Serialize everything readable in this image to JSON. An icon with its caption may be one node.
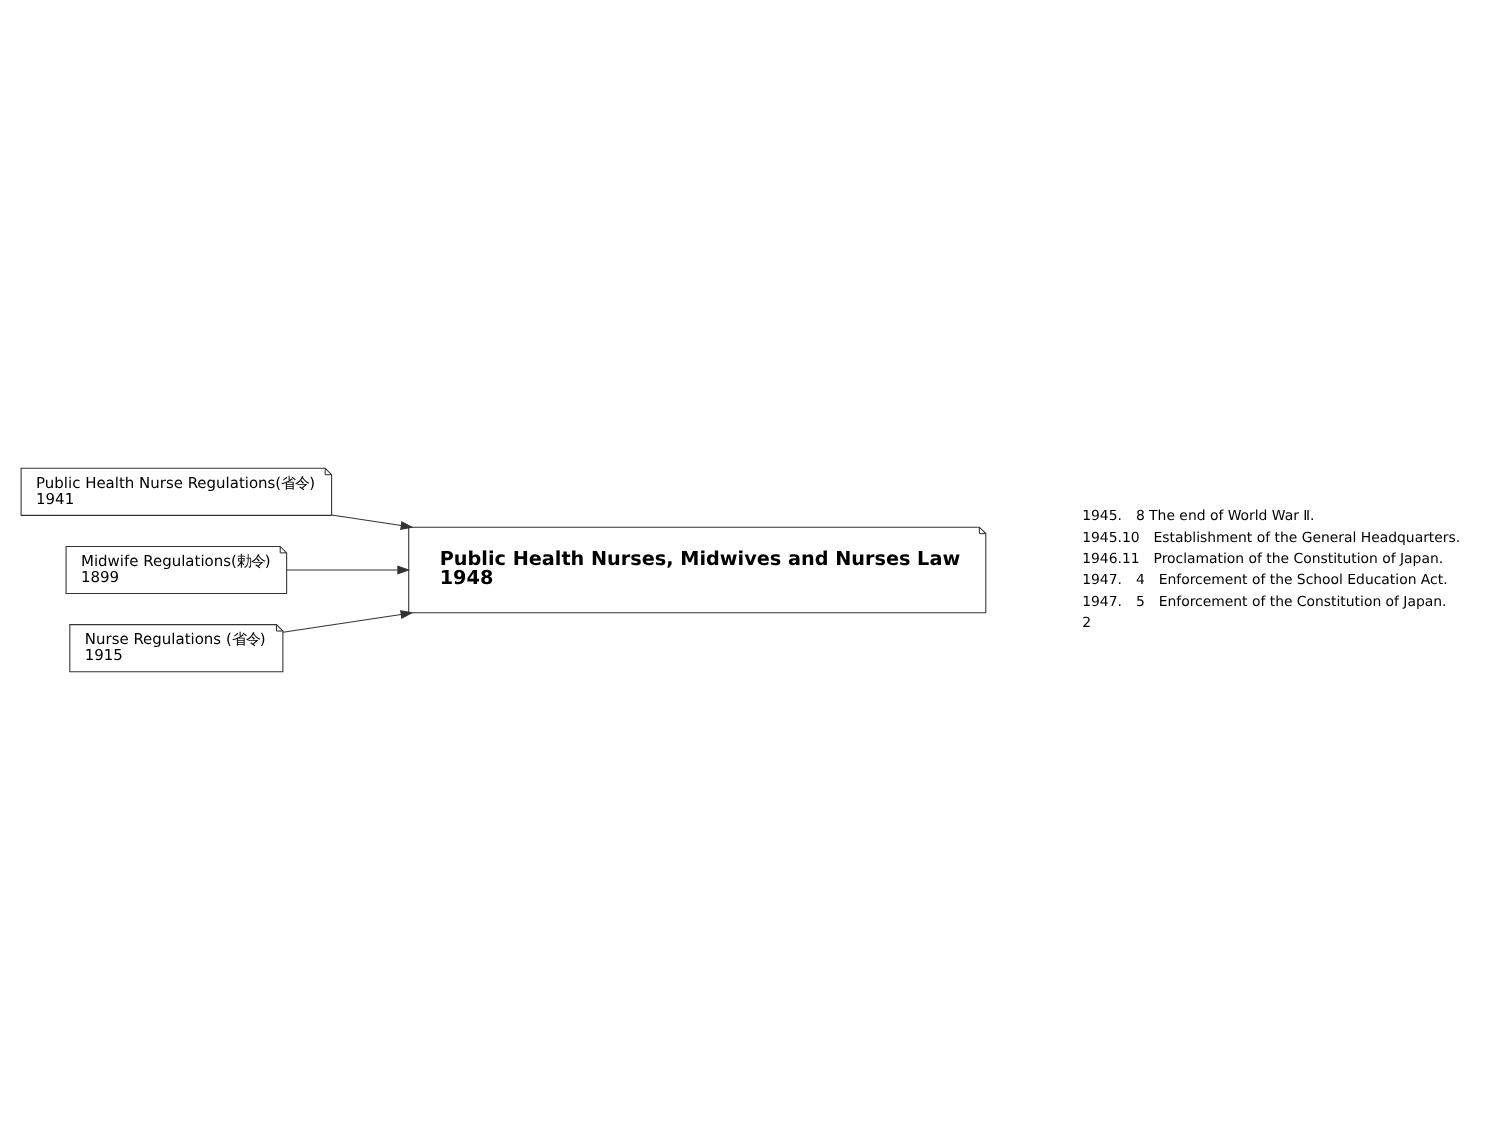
{
  "diagram": {
    "nodes": [
      {
        "text": [
          "Public Health Nurse Regulations(省令)",
          "1941"
        ]
      },
      {
        "text": [
          "Midwife Regulations(勅令)",
          "1899"
        ]
      },
      {
        "text": [
          "Nurse Regulations (省令)",
          "1915"
        ]
      },
      {
        "text": [
          "Public Health Nurses, Midwives and Nurses Law",
          "1948"
        ]
      }
    ],
    "edges": [
      {
        "from": 0,
        "to": 3,
        "arrow": "to"
      },
      {
        "from": 1,
        "to": 3,
        "arrow": "to"
      },
      {
        "from": 2,
        "to": 3,
        "arrow": "to"
      }
    ],
    "labels": [
      "1945.　8 The end of World War Ⅱ.",
      "1945.10　Establishment of the General Headquarters.",
      "1946.11　Proclamation of the Constitution of Japan.",
      "1947.　4　Enforcement of the School Education Act.",
      "1947.　5　Enforcement of the Constitution of Japan.",
      "2"
    ]
  }
}
